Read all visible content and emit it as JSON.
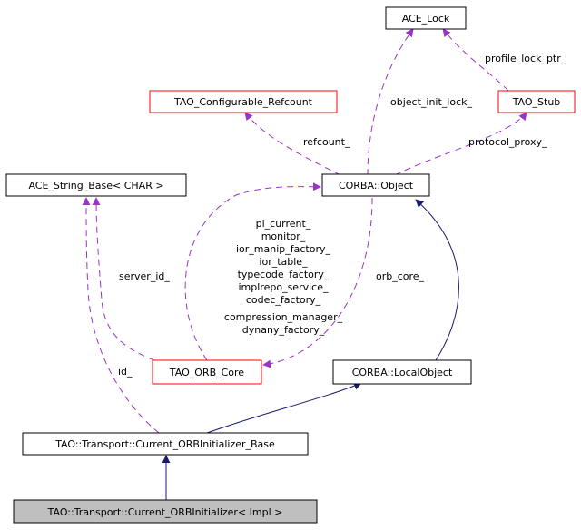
{
  "colors": {
    "usage_edge": "#9a32cd",
    "inheritance_edge": "#191970",
    "box_border_normal": "#000000",
    "box_border_truncated": "#ff0000",
    "highlighted_fill": "#bfbfbf"
  },
  "nodes": {
    "ace_lock": "ACE_Lock",
    "tao_configurable_refcount": "TAO_Configurable_Refcount",
    "tao_stub": "TAO_Stub",
    "ace_string_base": "ACE_String_Base< CHAR >",
    "corba_object": "CORBA::Object",
    "tao_orb_core": "TAO_ORB_Core",
    "corba_localobject": "CORBA::LocalObject",
    "current_orbinitializer_base": "TAO::Transport::Current_ORBInitializer_Base",
    "current_orbinitializer": "TAO::Transport::Current_ORBInitializer< Impl >"
  },
  "edge_labels": {
    "object_init_lock": "object_init_lock_",
    "profile_lock_ptr": "profile_lock_ptr_",
    "refcount": "refcount_",
    "protocol_proxy": "protocol_proxy_",
    "server_id": "server_id_",
    "orb_core": "orb_core_",
    "id": "id_",
    "orb_core_members": [
      "pi_current_",
      "monitor_",
      "ior_manip_factory_",
      "ior_table_",
      "typecode_factory_",
      "implrepo_service_",
      "codec_factory_",
      "compression_manager_",
      "dynany_factory_"
    ]
  }
}
